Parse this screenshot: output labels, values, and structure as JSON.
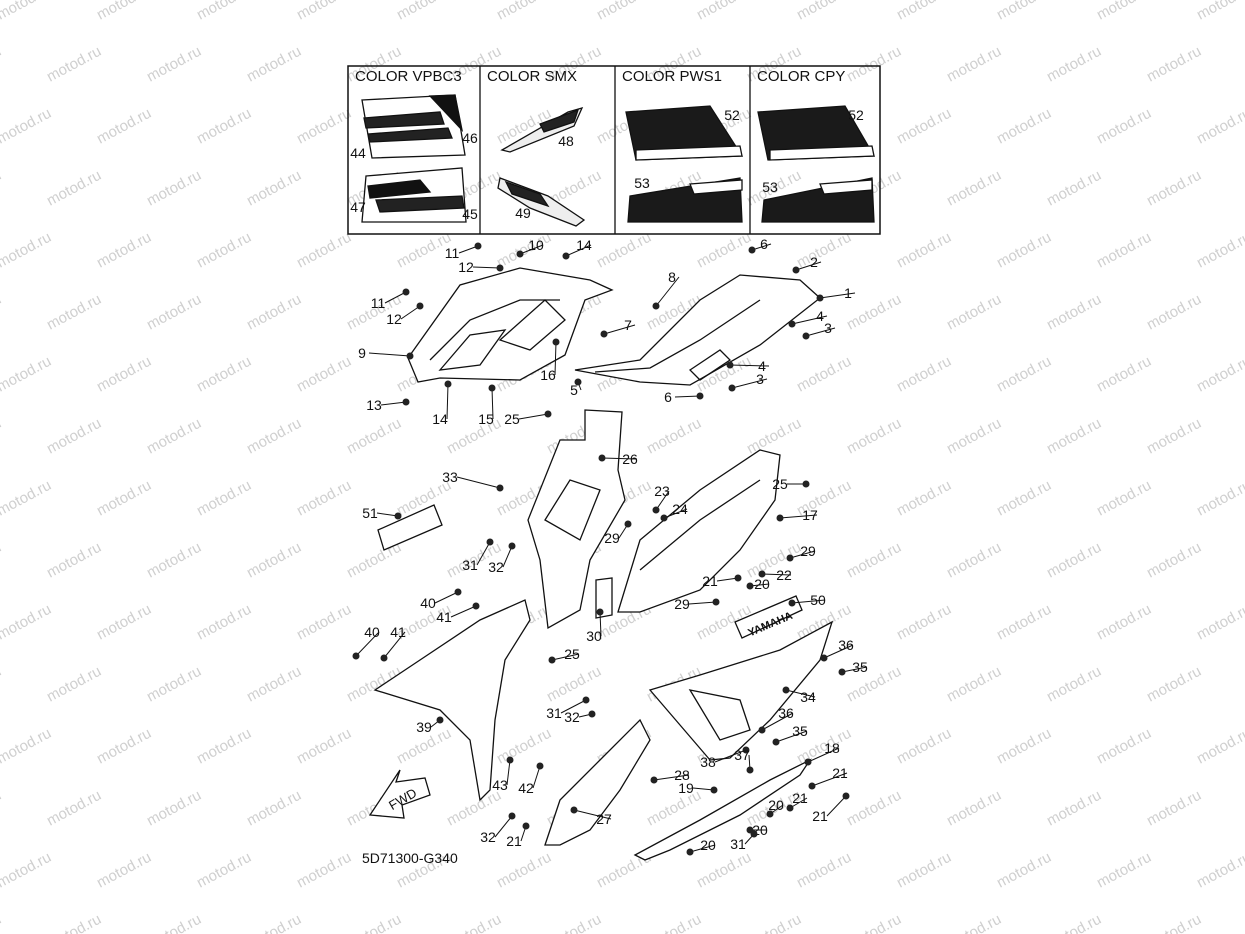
{
  "watermark": {
    "text": "motod.ru",
    "color": "#cfcfcf"
  },
  "color_variants": [
    {
      "title": "COLOR VPBC3",
      "callouts": [
        "44",
        "46",
        "47",
        "45"
      ]
    },
    {
      "title": "COLOR SMX",
      "callouts": [
        "48",
        "49"
      ]
    },
    {
      "title": "COLOR PWS1",
      "callouts": [
        "52",
        "53"
      ]
    },
    {
      "title": "COLOR CPY",
      "callouts": [
        "52",
        "53"
      ]
    }
  ],
  "decal_brand": "YAMAHA",
  "direction_label": "FWD",
  "diagram_code": "5D71300-G340",
  "callouts": [
    "11",
    "10",
    "14",
    "6",
    "2",
    "12",
    "1",
    "8",
    "11",
    "12",
    "4",
    "7",
    "3",
    "9",
    "16",
    "4",
    "5",
    "3",
    "6",
    "13",
    "14",
    "15",
    "25",
    "26",
    "33",
    "23",
    "24",
    "25",
    "51",
    "17",
    "29",
    "29",
    "31",
    "32",
    "21",
    "22",
    "20",
    "40",
    "29",
    "50",
    "41",
    "30",
    "40",
    "41",
    "25",
    "36",
    "35",
    "34",
    "39",
    "31",
    "32",
    "36",
    "35",
    "38",
    "37",
    "18",
    "28",
    "19",
    "21",
    "43",
    "42",
    "27",
    "21",
    "20",
    "21",
    "20",
    "31",
    "32",
    "21",
    "20"
  ]
}
